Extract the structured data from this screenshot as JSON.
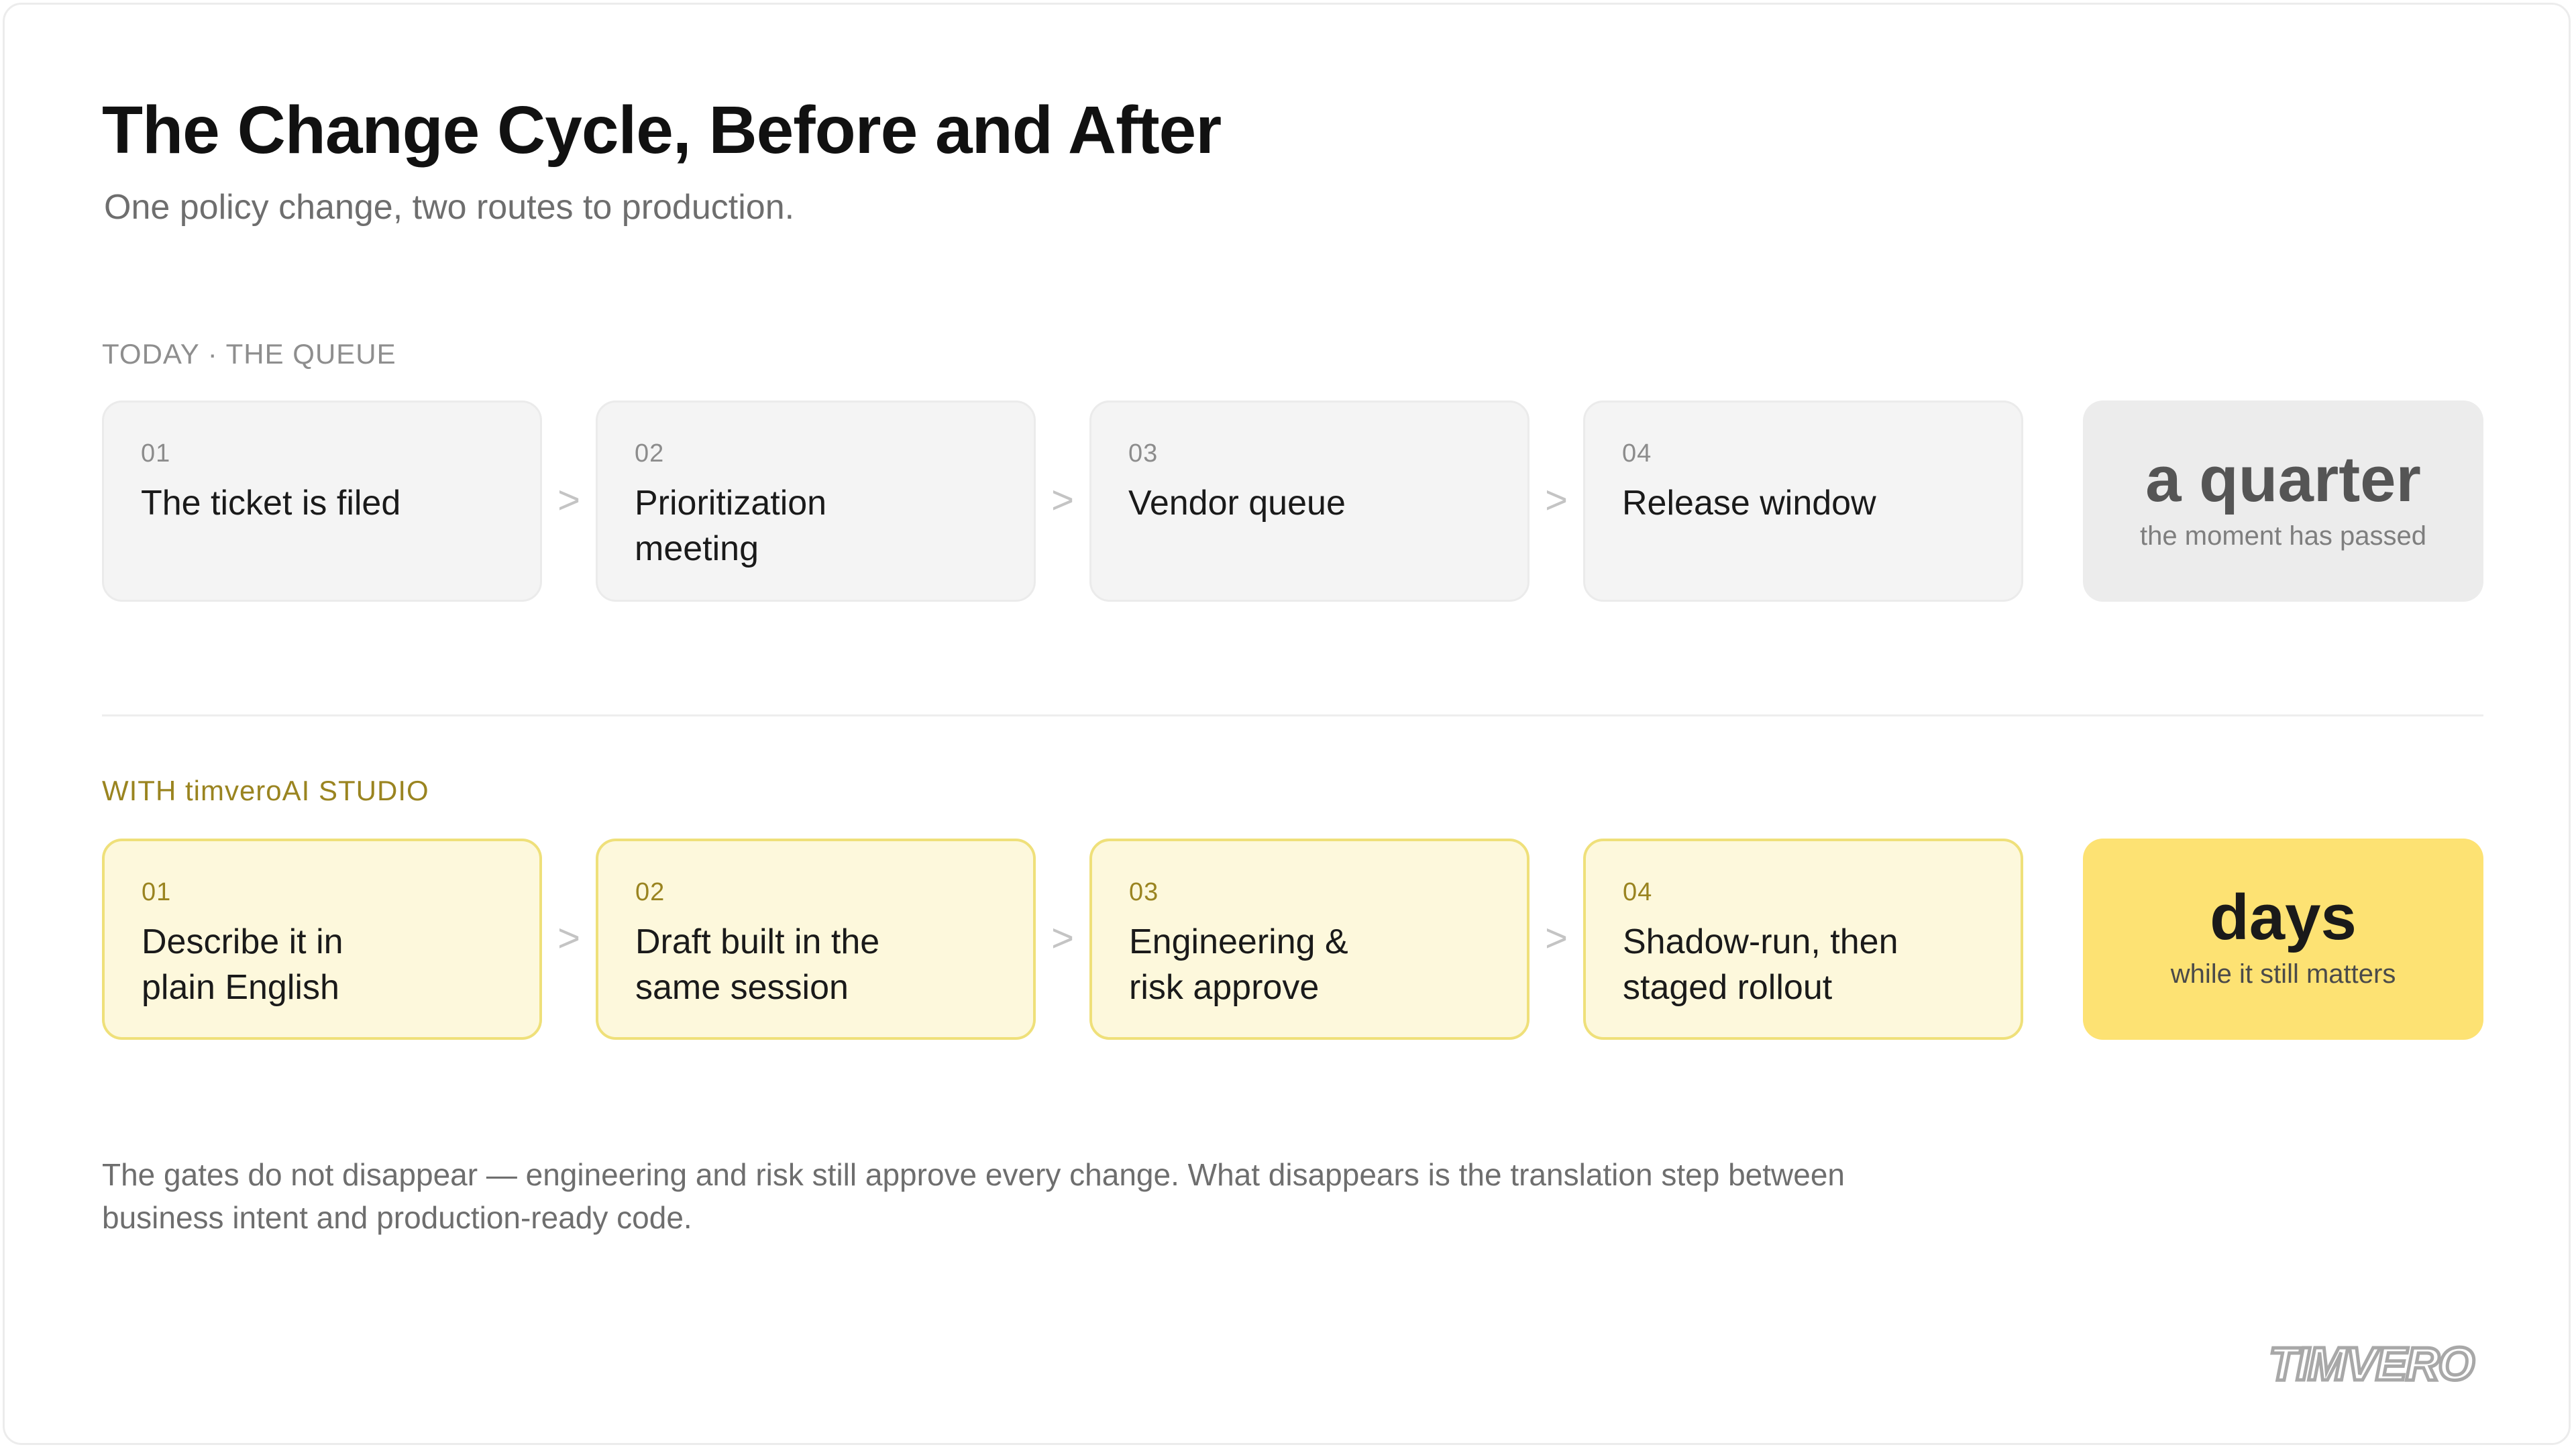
{
  "header": {
    "title": "The Change Cycle, Before and After",
    "subtitle": "One policy change, two routes to production."
  },
  "today": {
    "label": "TODAY · THE QUEUE",
    "steps": [
      {
        "num": "01",
        "text": "The ticket is filed"
      },
      {
        "num": "02",
        "text": "Prioritization meeting"
      },
      {
        "num": "03",
        "text": "Vendor queue"
      },
      {
        "num": "04",
        "text": "Release window"
      }
    ],
    "result": {
      "value": "a quarter",
      "caption": "the moment has passed"
    }
  },
  "studio": {
    "label": "WITH timveroAI STUDIO",
    "steps": [
      {
        "num": "01",
        "text": "Describe it in plain English"
      },
      {
        "num": "02",
        "text": "Draft built in the same session"
      },
      {
        "num": "03",
        "text": "Engineering & risk approve"
      },
      {
        "num": "04",
        "text": "Shadow-run, then staged rollout"
      }
    ],
    "result": {
      "value": "days",
      "caption": "while it still matters"
    }
  },
  "connector": ">",
  "footnote": "The gates do not disappear — engineering and risk still approve every change. What disappears is the translation step between business intent and production-ready code.",
  "brand": {
    "logo_text": "TIMVERO"
  },
  "colors": {
    "accent_yellow": "#fde273",
    "step_yellow_bg": "#fdf8dc",
    "step_yellow_border": "#efe07a",
    "label_gold": "#9a8420",
    "step_gray_bg": "#f4f4f4",
    "result_gray_bg": "#ececec"
  }
}
